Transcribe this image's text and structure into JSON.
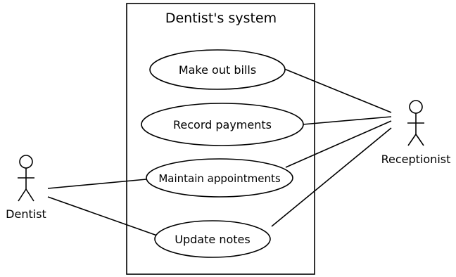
{
  "system": {
    "title": "Dentist's system"
  },
  "use_cases": [
    {
      "label": "Make out bills"
    },
    {
      "label": "Record payments"
    },
    {
      "label": "Maintain appointments"
    },
    {
      "label": "Update notes"
    }
  ],
  "actors": [
    {
      "label": "Dentist"
    },
    {
      "label": "Receptionist"
    }
  ],
  "associations": [
    {
      "actor": "Receptionist",
      "use_case": "Make out bills"
    },
    {
      "actor": "Receptionist",
      "use_case": "Record payments"
    },
    {
      "actor": "Receptionist",
      "use_case": "Maintain appointments"
    },
    {
      "actor": "Receptionist",
      "use_case": "Update notes"
    },
    {
      "actor": "Dentist",
      "use_case": "Maintain appointments"
    },
    {
      "actor": "Dentist",
      "use_case": "Update notes"
    }
  ],
  "colors": {
    "stroke": "#000000",
    "background": "#ffffff"
  }
}
